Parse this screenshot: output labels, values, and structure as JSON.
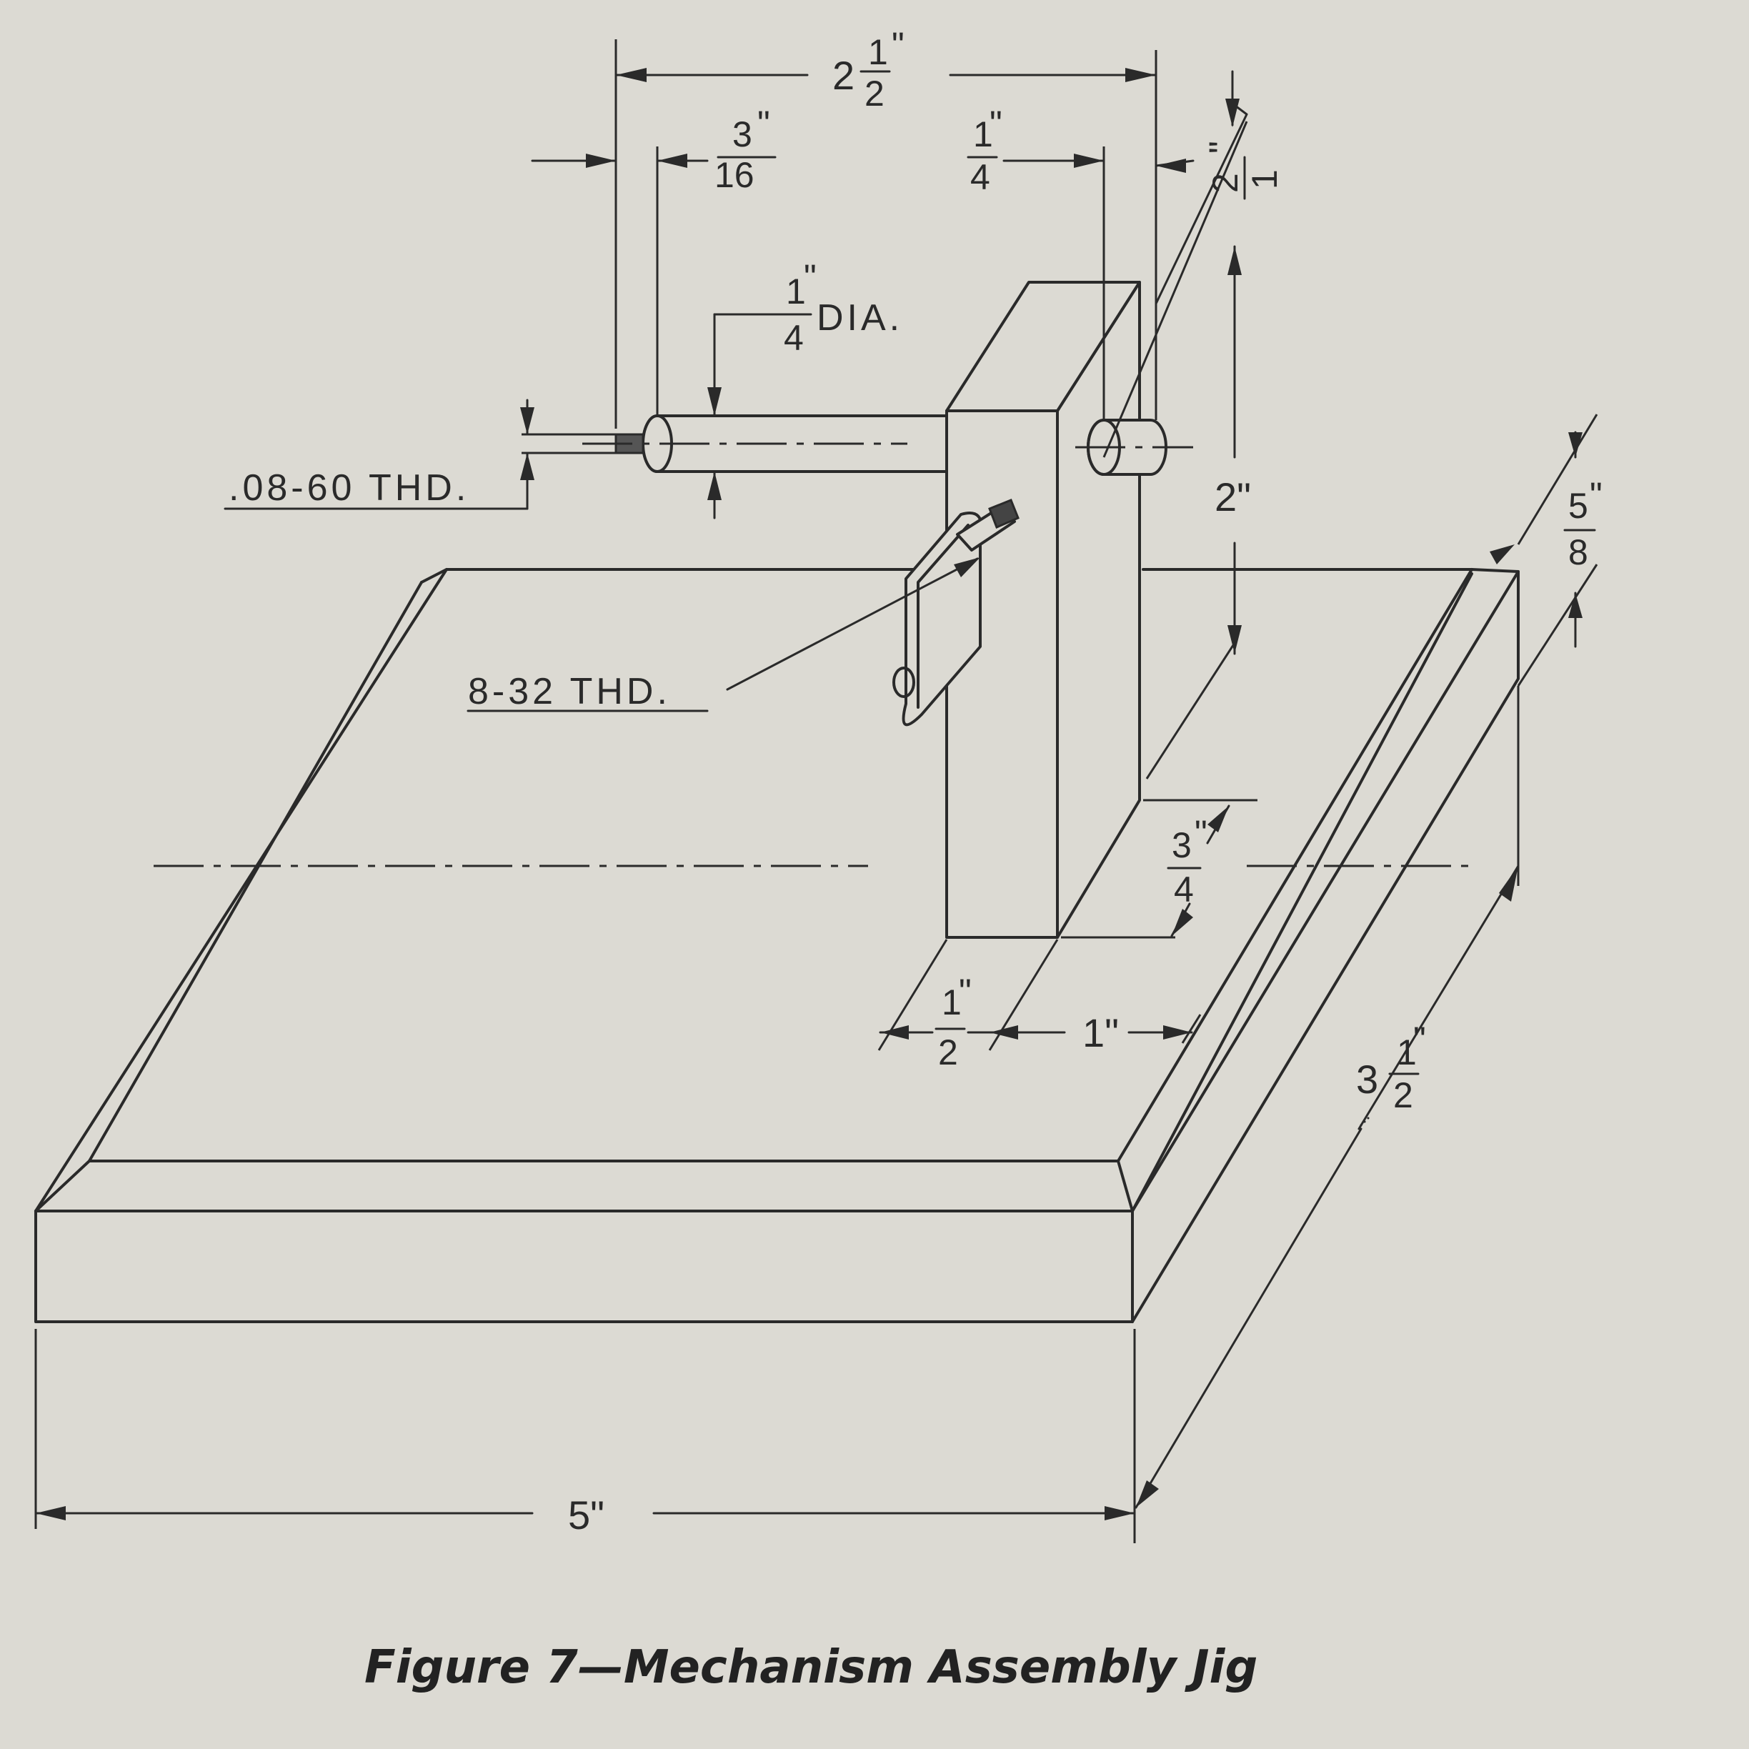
{
  "caption": "Figure 7—Mechanism Assembly Jig",
  "dimensions": {
    "overall_width": "2½\"",
    "pin_length": "3/16\"",
    "right_offset": "1/4\"",
    "post_top_depth": "1/2\"",
    "pin_diameter": "1/4\" DIA.",
    "post_height": "2\"",
    "base_thickness": "5/8\"",
    "post_setback": "3/4\"",
    "post_thickness": "1/2\"",
    "post_gap": "1\"",
    "base_depth": "3½\"",
    "base_width": "5\""
  },
  "notes": {
    "pin_thread": ".08-60 THD.",
    "screw_thread": "8-32 THD."
  },
  "text": {
    "two": "2",
    "three": "3",
    "one": "1",
    "four": "4",
    "sixteen": "16",
    "eight": "8",
    "five": "5",
    "half_num": "1",
    "half_den": "2",
    "dia": "DIA.",
    "inch": "\"",
    "post_height": "2\"",
    "post_gap": "1\"",
    "base_width": "5\""
  }
}
